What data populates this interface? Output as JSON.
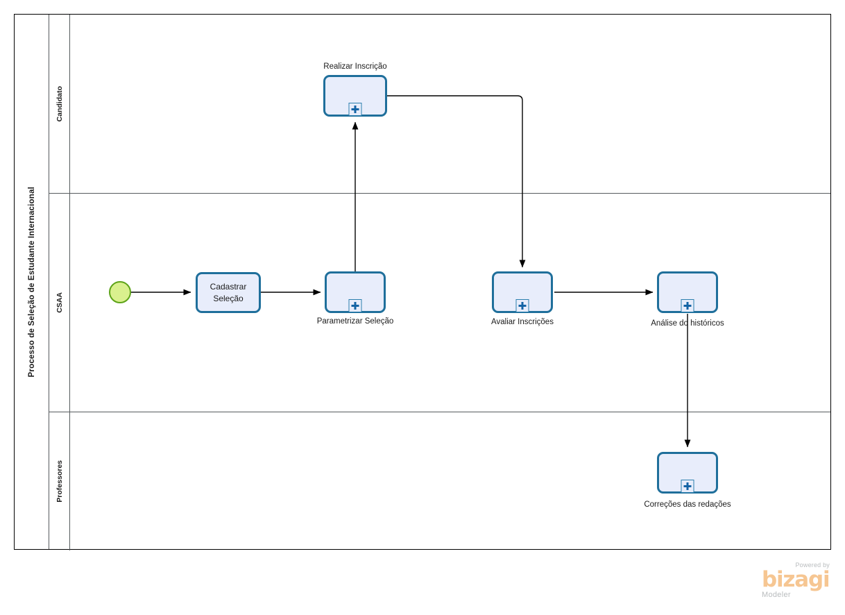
{
  "diagram": {
    "type": "bpmn-process-diagram",
    "pool_title": "Processo de Seleção de Estudante Internacional",
    "lanes": [
      {
        "id": "candidato",
        "label": "Candidato"
      },
      {
        "id": "csaa",
        "label": "CSAA"
      },
      {
        "id": "professores",
        "label": "Professores"
      }
    ],
    "events": [
      {
        "id": "start",
        "name": "start-event",
        "type": "start",
        "lane": "csaa",
        "fill": "#d9f08e",
        "stroke": "#5da318"
      }
    ],
    "tasks": [
      {
        "id": "realizar-inscricao",
        "label": "Realizar Inscrição",
        "lane": "candidato",
        "marker": "collapsed-subprocess",
        "label_position": "above"
      },
      {
        "id": "cadastrar-selecao",
        "label": "Cadastrar Seleção",
        "lane": "csaa",
        "marker": "none",
        "label_position": "inside"
      },
      {
        "id": "parametrizar-selecao",
        "label": "Parametrizar Seleção",
        "lane": "csaa",
        "marker": "collapsed-subprocess",
        "label_position": "below"
      },
      {
        "id": "avaliar-inscricoes",
        "label": "Avaliar Inscrições",
        "lane": "csaa",
        "marker": "collapsed-subprocess",
        "label_position": "below"
      },
      {
        "id": "analise-do-historicos",
        "label": "Análise do históricos",
        "lane": "csaa",
        "marker": "collapsed-subprocess",
        "label_position": "below"
      },
      {
        "id": "correcoes-das-redacoes",
        "label": "Correções das redações",
        "lane": "professores",
        "marker": "collapsed-subprocess",
        "label_position": "below"
      }
    ],
    "flows": [
      {
        "from": "start",
        "to": "cadastrar-selecao"
      },
      {
        "from": "cadastrar-selecao",
        "to": "parametrizar-selecao"
      },
      {
        "from": "parametrizar-selecao",
        "to": "realizar-inscricao"
      },
      {
        "from": "realizar-inscricao",
        "to": "avaliar-inscricoes"
      },
      {
        "from": "avaliar-inscricoes",
        "to": "analise-do-historicos"
      },
      {
        "from": "analise-do-historicos",
        "to": "correcoes-das-redacoes"
      }
    ],
    "colors": {
      "task_fill": "#e8edfb",
      "task_stroke": "#1f6f9b",
      "marker_blue": "#1464a5",
      "flow_line": "#000000",
      "lane_line": "#555a5d"
    }
  },
  "watermark": {
    "powered_by": "Powered by",
    "brand": "bizagi",
    "product": "Modeler",
    "brand_color": "#f6c692",
    "text_color": "#b9bcbe"
  }
}
